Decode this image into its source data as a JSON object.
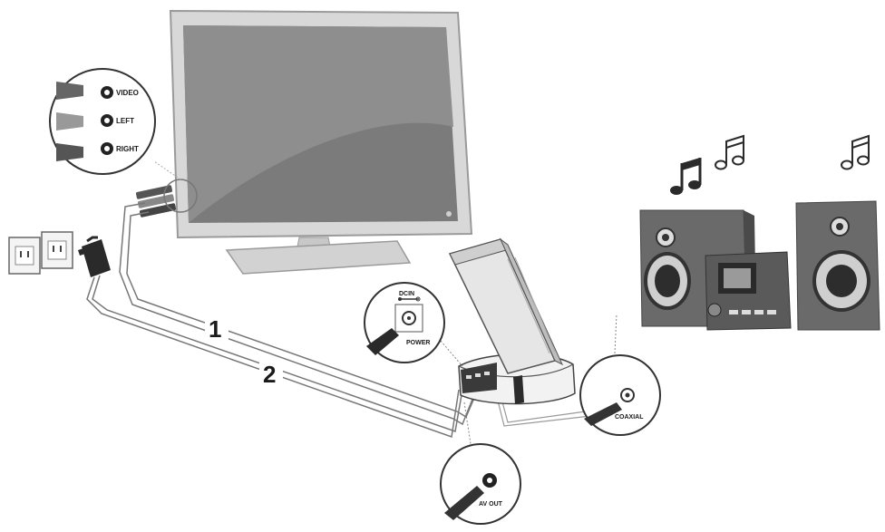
{
  "connectors": {
    "video": "VIDEO",
    "left": "LEFT",
    "right": "RIGHT"
  },
  "dock": {
    "dcin": "DCIN",
    "power": "POWER",
    "av_out": "AV OUT",
    "coaxial": "COAXIAL"
  },
  "steps": {
    "one": "1",
    "two": "2"
  }
}
